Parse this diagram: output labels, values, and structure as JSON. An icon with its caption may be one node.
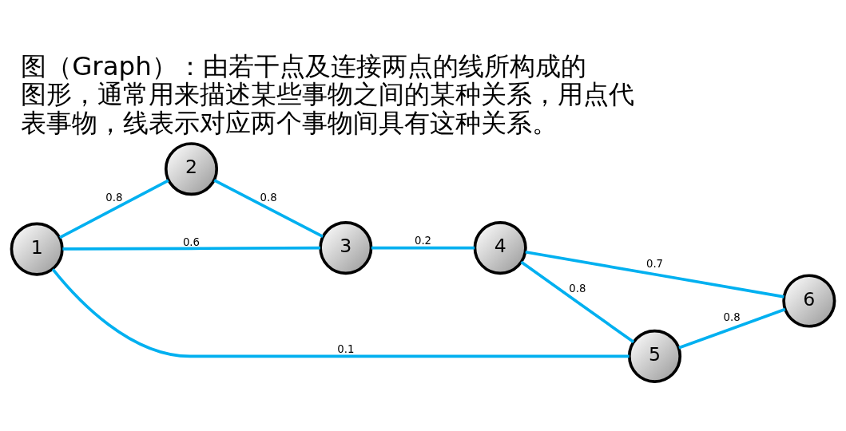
{
  "diagram": {
    "title": "图（Graph）：由若干点及连接两点的线所构成的图形，通常用来描述某些事物之间的某种关系，用点代表事物，线表示对应两个事物间具有这种关系。",
    "nodes": [
      {
        "text": [
          "1"
        ]
      },
      {
        "text": [
          "2"
        ]
      },
      {
        "text": [
          "3"
        ]
      },
      {
        "text": [
          "4"
        ]
      },
      {
        "text": [
          "5"
        ]
      },
      {
        "text": [
          "6"
        ]
      }
    ],
    "edges": [
      {
        "from": 0,
        "to": 1,
        "arrow": "none",
        "label": "0.8"
      },
      {
        "from": 0,
        "to": 2,
        "arrow": "none",
        "label": "0.6"
      },
      {
        "from": 0,
        "to": 4,
        "arrow": "none",
        "label": "0.1"
      },
      {
        "from": 1,
        "to": 2,
        "arrow": "none",
        "label": "0.8"
      },
      {
        "from": 2,
        "to": 3,
        "arrow": "none",
        "label": "0.2"
      },
      {
        "from": 3,
        "to": 4,
        "arrow": "none",
        "label": "0.8"
      },
      {
        "from": 4,
        "to": 5,
        "arrow": "none",
        "label": "0.8"
      },
      {
        "from": 3,
        "to": 5,
        "arrow": "none",
        "label": "0.7"
      }
    ]
  }
}
